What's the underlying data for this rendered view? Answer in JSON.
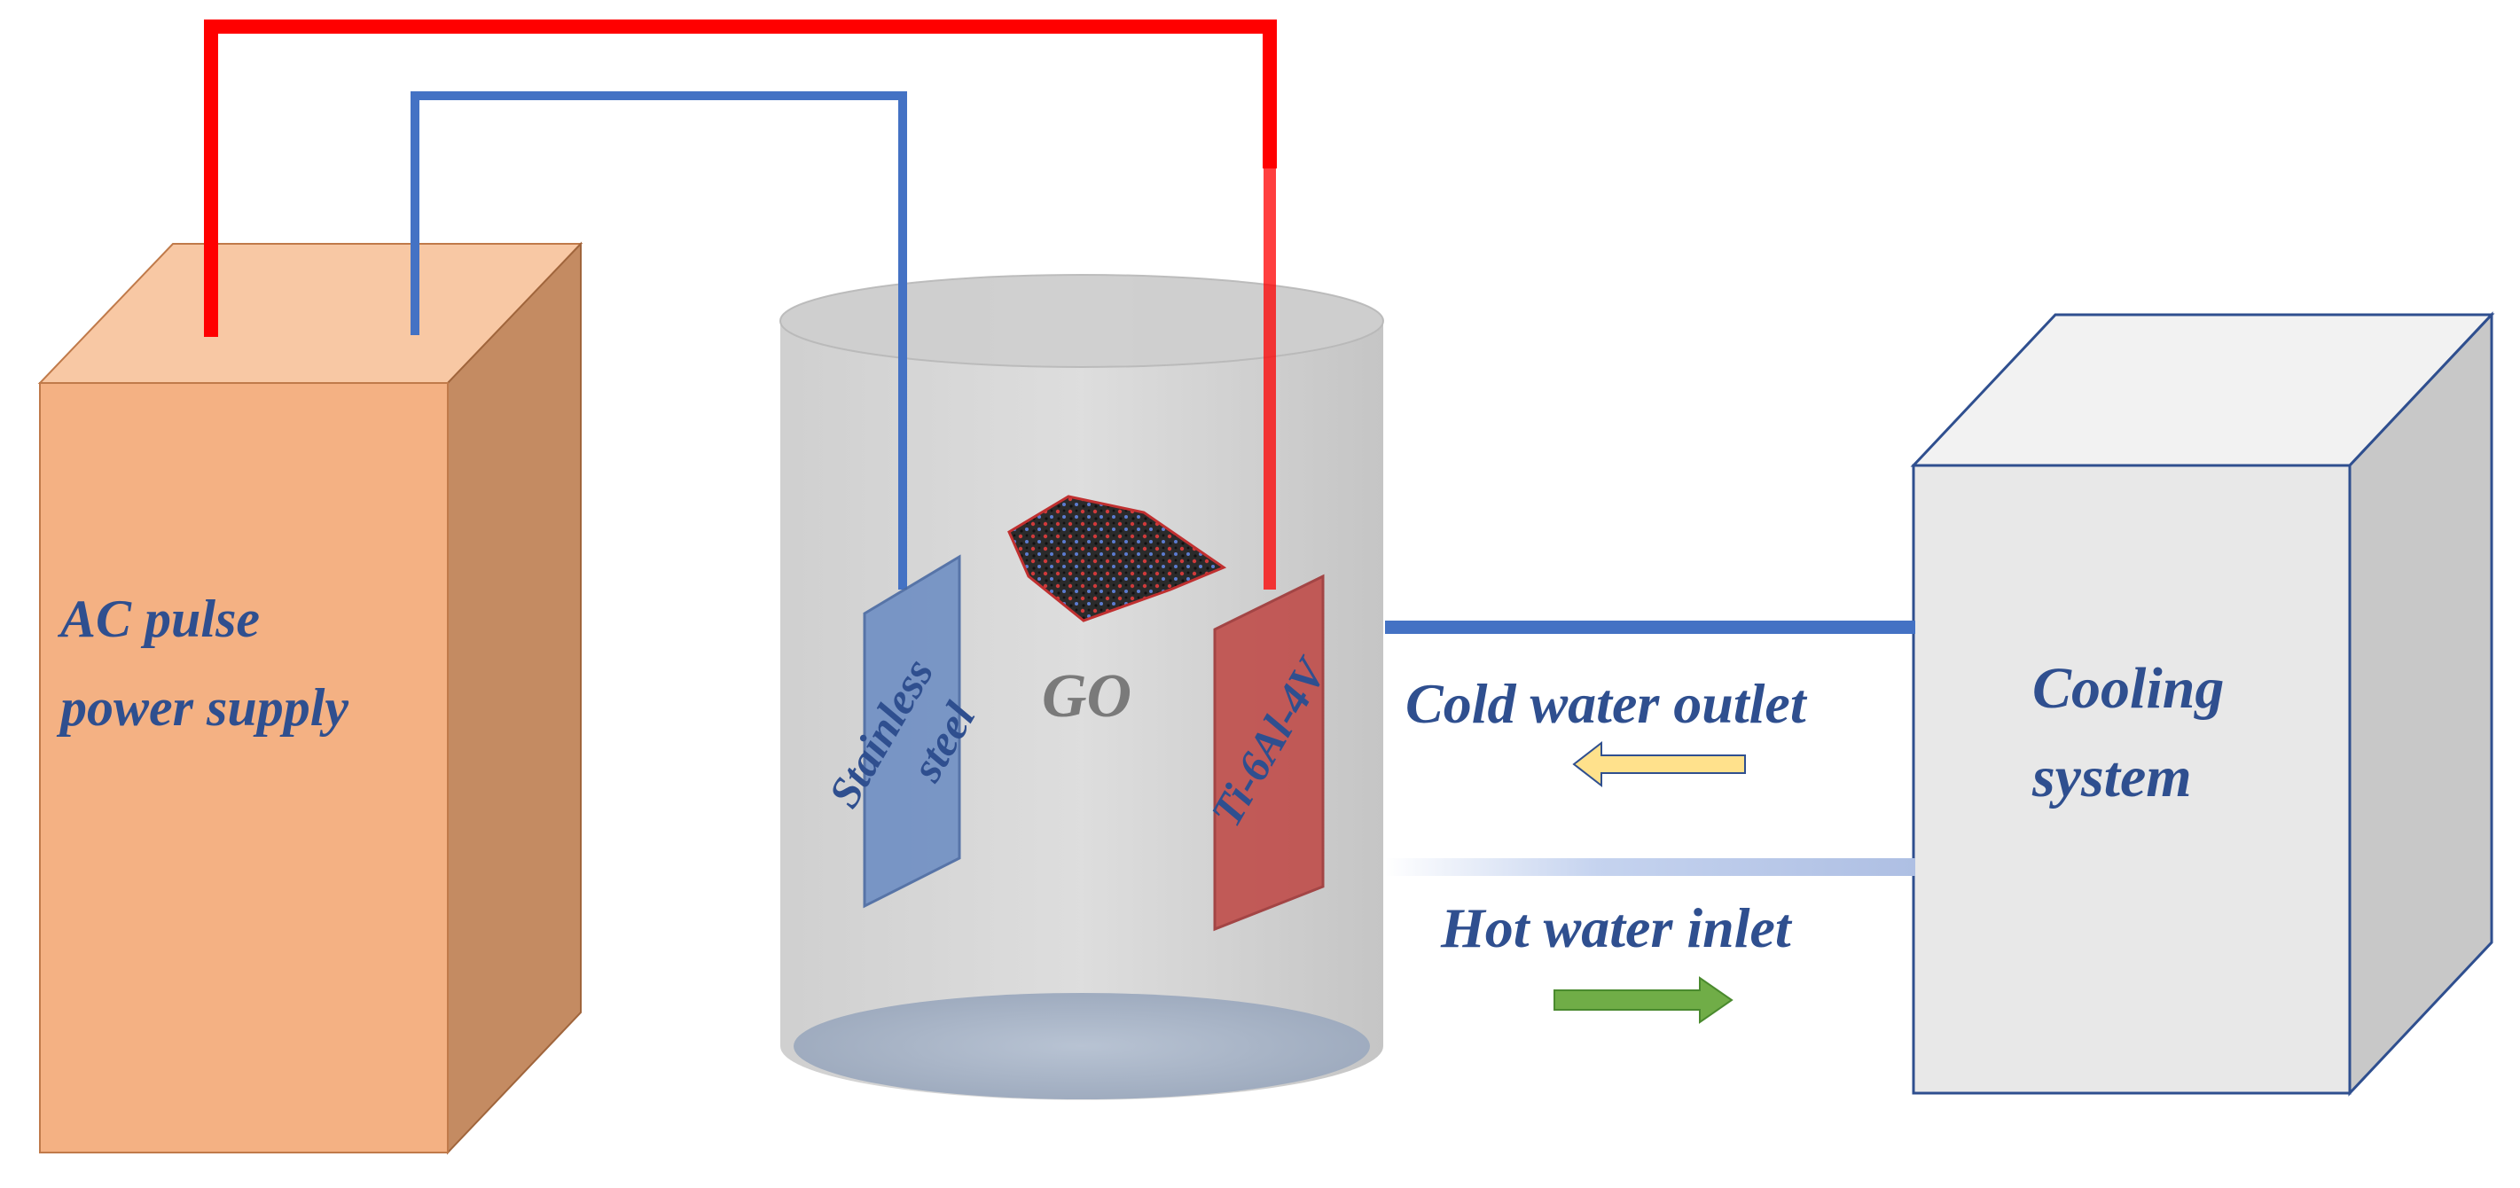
{
  "labels": {
    "power_supply_line1": "AC pulse",
    "power_supply_line2": "power supply",
    "cathode_line1": "Stainless",
    "cathode_line2": "steel",
    "graphene_oxide": "GO",
    "anode": "Ti-6Al-4V",
    "cold_water": "Cold water outlet",
    "hot_water": "Hot water inlet",
    "cooling_line1": "Cooling",
    "cooling_line2": "system"
  },
  "colors": {
    "power_box_front": "#f4b183",
    "power_box_side": "#c48b62",
    "power_box_top": "#f8c8a4",
    "wire_red": "#ff0000",
    "wire_blue": "#4472c4",
    "cooling_box_front": "#e8e8e8",
    "cooling_box_side": "#c8c8c8",
    "cooling_box_edge": "#2f4f8f",
    "cathode_plate": "#6f8fc4",
    "anode_plate": "#c0504d",
    "arrow_cold": "#ffe18c",
    "arrow_hot": "#70ad47",
    "label_text": "#2f4f8f"
  }
}
